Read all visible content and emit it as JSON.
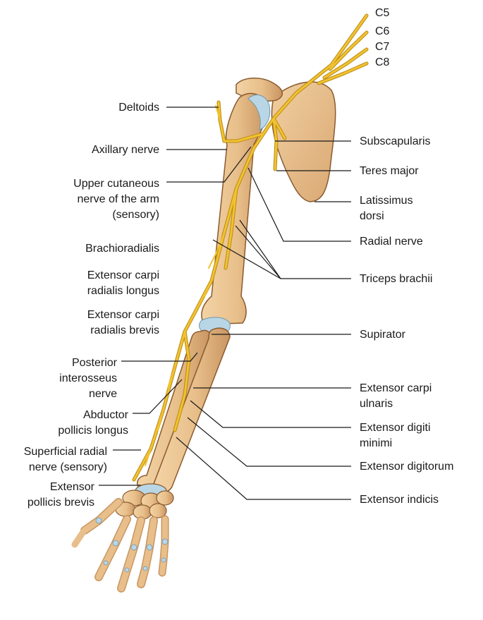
{
  "nerve_roots": [
    "C5",
    "C6",
    "C7",
    "C8"
  ],
  "labels_left": {
    "deltoids": "Deltoids",
    "axillary_nerve": "Axillary nerve",
    "upper_cutaneous": "Upper cutaneous\nnerve of the arm\n(sensory)",
    "brachioradialis": "Brachioradialis",
    "ecr_longus": "Extensor carpi\nradialis longus",
    "ecr_brevis": "Extensor carpi\nradialis brevis",
    "posterior_interosseus": "Posterior\ninterosseus\nnerve",
    "abductor_pollicis": "Abductor\npollicis longus",
    "superficial_radial": "Superficial radial\nnerve (sensory)",
    "extensor_pollicis_brevis": "Extensor\npollicis brevis"
  },
  "labels_right": {
    "subscapularis": "Subscapularis",
    "teres_major": "Teres major",
    "latissimus": "Latissimus\ndorsi",
    "radial_nerve": "Radial nerve",
    "triceps": "Triceps brachii",
    "supinator": "Supirator",
    "extensor_carpi_ulnaris": "Extensor carpi\nulnaris",
    "extensor_digiti_minimi": "Extensor digiti\nminimi",
    "extensor_digitorum": "Extensor digitorum",
    "extensor_indicis": "Extensor indicis"
  },
  "colors": {
    "bone": "#e8bf8a",
    "bone_shadow": "#c99562",
    "bone_outline": "#8a5a2e",
    "cartilage": "#b9d6e6",
    "nerve": "#f2c230",
    "nerve_outline": "#b88a12",
    "leader_line": "#1a1a1a"
  }
}
